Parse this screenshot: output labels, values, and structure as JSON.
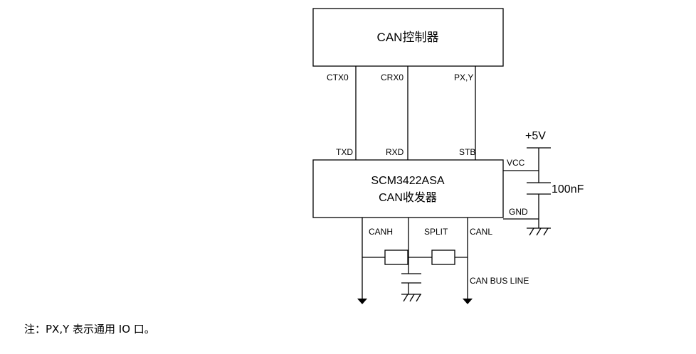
{
  "controller": {
    "title": "CAN控制器"
  },
  "transceiver": {
    "title_line1": "SCM3422ASA",
    "title_line2": "CAN收发器"
  },
  "controller_pins": {
    "ctx": "CTX0",
    "crx": "CRX0",
    "pxy": "PX,Y"
  },
  "transceiver_top_pins": {
    "txd": "TXD",
    "rxd": "RXD",
    "stb": "STB"
  },
  "transceiver_side_pins": {
    "vcc": "VCC",
    "gnd": "GND"
  },
  "transceiver_bottom_pins": {
    "canh": "CANH",
    "split": "SPLIT",
    "canl": "CANL"
  },
  "power": {
    "supply": "+5V",
    "capacitor": "100nF"
  },
  "bus": {
    "label": "CAN BUS LINE"
  },
  "footnote": "注：PX,Y 表示通用 IO 口。"
}
